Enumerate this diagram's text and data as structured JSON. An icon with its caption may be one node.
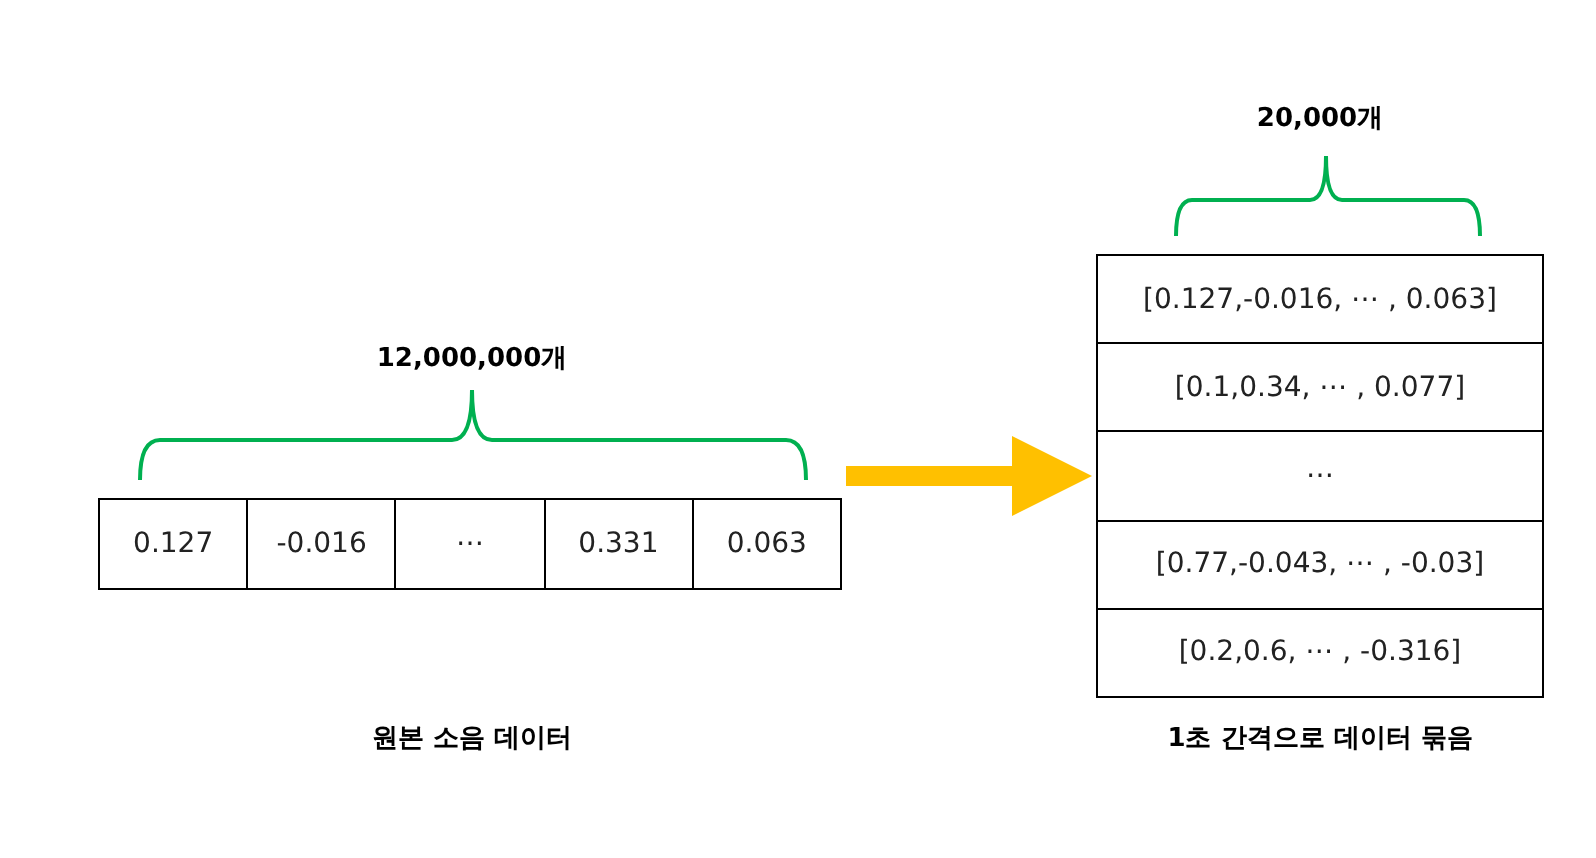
{
  "diagram": {
    "nodes": [
      {
        "text": [],
        "shape": "box"
      },
      {
        "text": [
          "0.127"
        ],
        "in": 0
      },
      {
        "text": [
          "-0.016"
        ],
        "in": 0
      },
      {
        "text": [
          "⋯"
        ],
        "in": 0
      },
      {
        "text": [
          "0.331"
        ],
        "in": 0
      },
      {
        "text": [
          "0.063"
        ],
        "in": 0
      },
      {
        "text": [],
        "shape": "box"
      },
      {
        "text": [
          "[0.127,-0.016, ⋯ , 0.063]"
        ],
        "in": 6
      },
      {
        "text": [
          "[0.1,0.34, ⋯ , 0.077]"
        ],
        "in": 6
      },
      {
        "text": [
          "⋯"
        ],
        "in": 6
      },
      {
        "text": [
          "[0.77,-0.043, ⋯ , -0.03]"
        ],
        "in": 6
      },
      {
        "text": [
          "[0.2,0.6, ⋯ , -0.316]"
        ],
        "in": 6
      }
    ],
    "edges": [
      {
        "from": 0,
        "to": 6,
        "arrow": "to",
        "color": "#ffc000"
      }
    ],
    "labels": [
      "20,000개",
      "12,000,000개",
      "원본 소음 데이터",
      "1초 간격으로 데이터 묶음"
    ]
  }
}
